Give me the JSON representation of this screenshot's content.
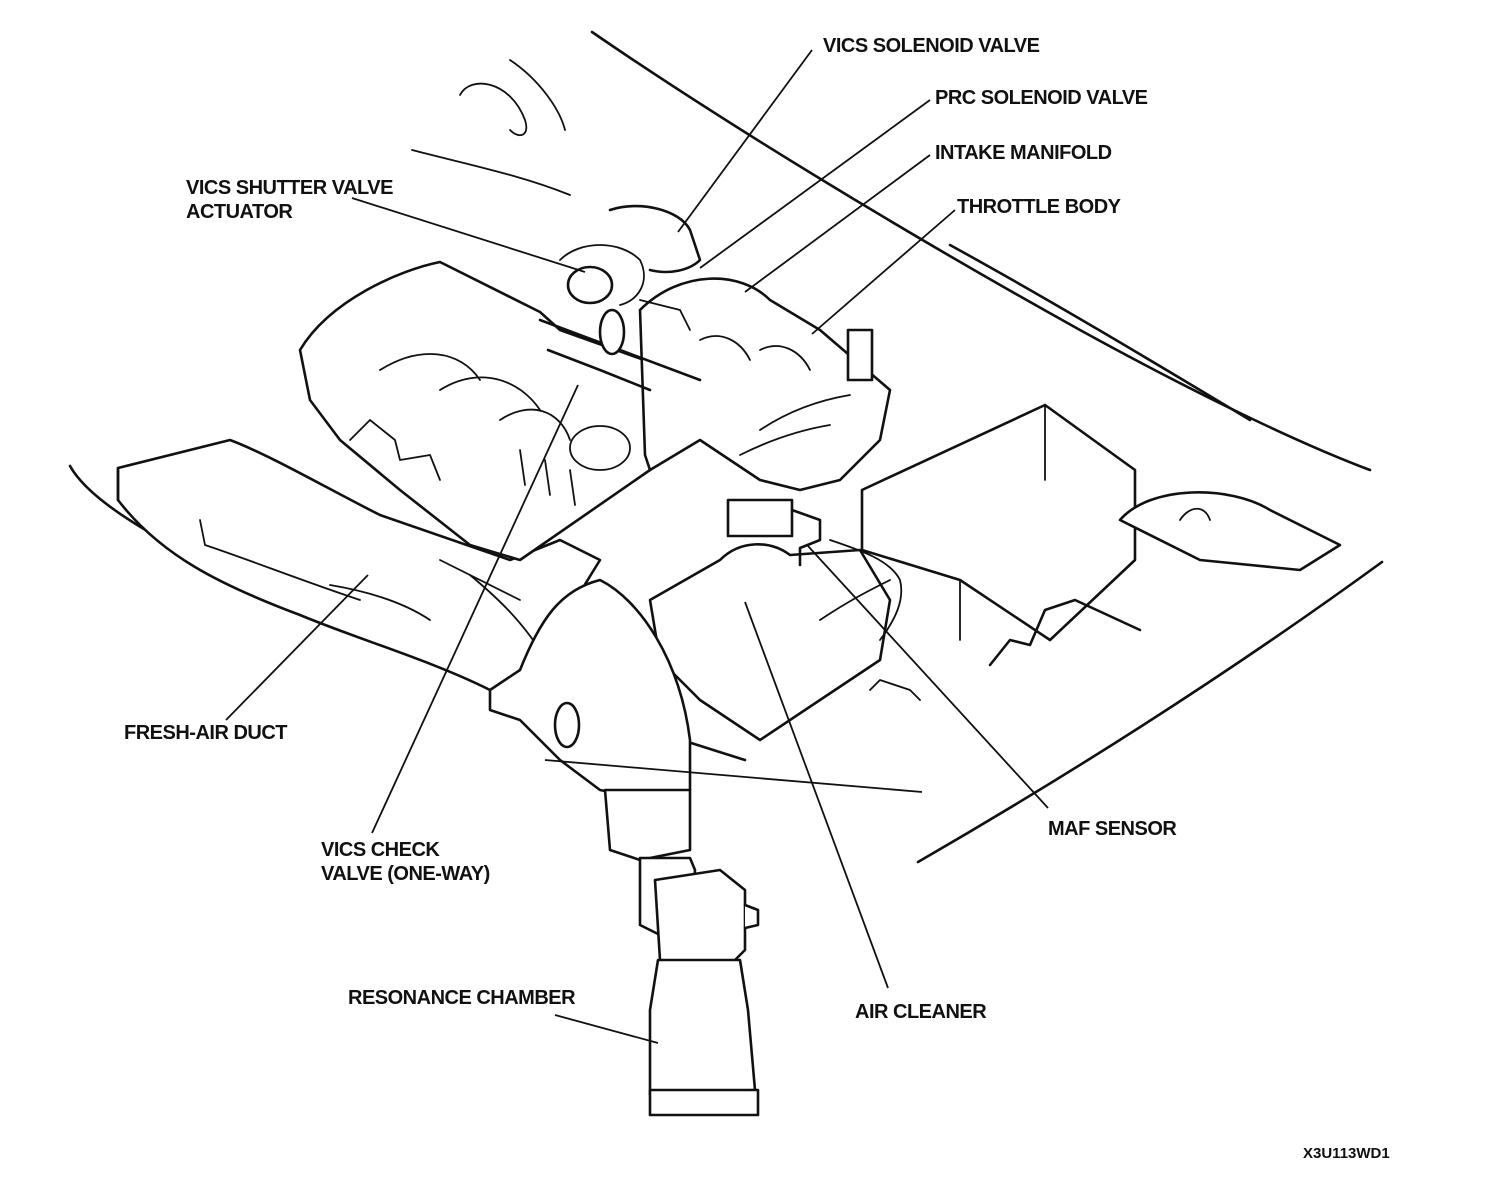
{
  "labels": {
    "vics_solenoid_valve": "VICS SOLENOID VALVE",
    "prc_solenoid_valve": "PRC SOLENOID VALVE",
    "intake_manifold": "INTAKE MANIFOLD",
    "throttle_body": "THROTTLE BODY",
    "vics_shutter_valve_line1": "VICS SHUTTER VALVE",
    "vics_shutter_valve_line2": "ACTUATOR",
    "fresh_air_duct": "FRESH-AIR DUCT",
    "maf_sensor": "MAF SENSOR",
    "vics_check_line1": "VICS CHECK",
    "vics_check_line2": "VALVE (ONE-WAY)",
    "resonance_chamber": "RESONANCE CHAMBER",
    "air_cleaner": "AIR CLEANER",
    "figure_code": "X3U113WD1"
  },
  "colors": {
    "ink": "#111111",
    "paper": "#ffffff"
  }
}
